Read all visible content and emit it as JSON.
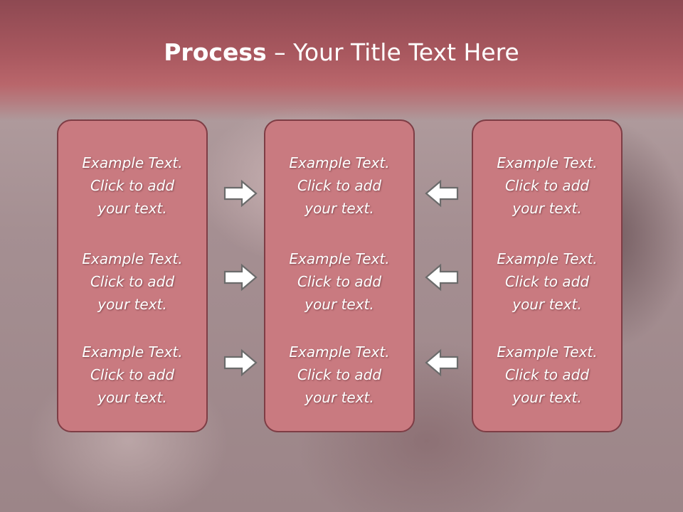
{
  "slide": {
    "title_bold": "Process",
    "title_rest": " – Your Title Text Here"
  },
  "columns": [
    {
      "entries": [
        [
          "Example Text.",
          "Click  to add",
          "your text."
        ],
        [
          "Example Text.",
          "Click  to add",
          "your text."
        ],
        [
          "Example Text.",
          "Click  to add",
          "your text."
        ]
      ]
    },
    {
      "entries": [
        [
          "Example Text.",
          "Click  to add",
          "your text."
        ],
        [
          "Example Text.",
          "Click  to add",
          "your text."
        ],
        [
          "Example Text.",
          "Click  to add",
          "your text."
        ]
      ]
    },
    {
      "entries": [
        [
          "Example Text.",
          "Click  to add",
          "your text."
        ],
        [
          "Example Text.",
          "Click  to add",
          "your text."
        ],
        [
          "Example Text.",
          "Click  to add",
          "your text."
        ]
      ]
    }
  ],
  "arrows": {
    "left_group": "right-arrow-icon",
    "right_group": "left-arrow-icon"
  },
  "colors": {
    "header": "#a9585f",
    "box_fill": "#c97a80",
    "box_border": "#7e3d45",
    "arrow_fill": "#ffffff",
    "arrow_outline": "#6b6b6b"
  }
}
